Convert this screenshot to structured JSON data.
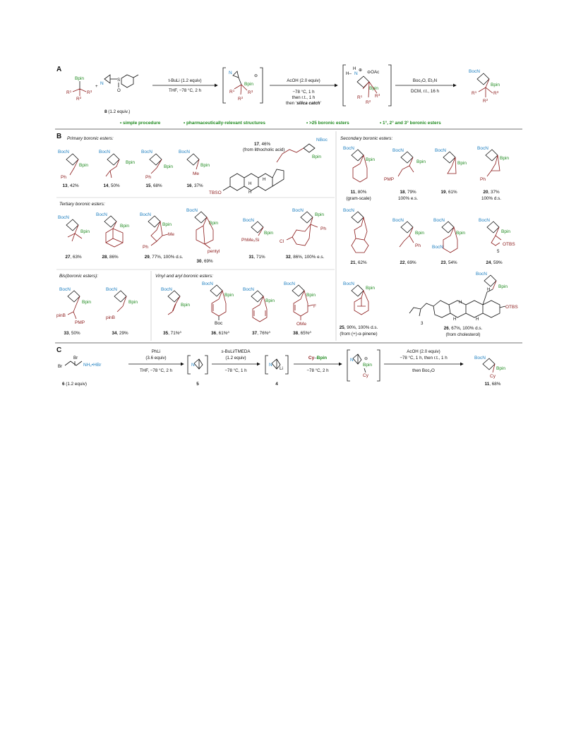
{
  "panelA": {
    "letter": "A",
    "sm1": {
      "bpin": "Bpin",
      "r1": "R",
      "s1": "1",
      "r2": "R",
      "s2": "2",
      "r3": "R",
      "s3": "3"
    },
    "plus": "+",
    "reagent8": {
      "n": "N",
      "s": "S",
      "o": "O",
      "label": "8",
      "equiv": " (1.2 equiv.)"
    },
    "step1": {
      "reagent": "t-BuLi (1.2 equiv)",
      "cond": "THF, −78 °C, 2 h"
    },
    "int1": {
      "n": "N",
      "bpin": "Bpin",
      "charge": "⊖",
      "r1": "R",
      "s1": "1",
      "r2": "R",
      "s2": "2",
      "r3": "R",
      "s3": "3"
    },
    "step2": {
      "reagent": "AcOH (2.0 equiv)",
      "c1": "−78 °C, 1 h",
      "c2": "then r.t., 1 h",
      "c3pre": "then ‘",
      "c3em": "silica catch",
      "c3post": "’"
    },
    "int2": {
      "h": "H",
      "n": "N",
      "hn": "H–",
      "plus": "⊕",
      "oac": "⊖OAc",
      "bpin": "Bpin",
      "r1": "R",
      "s1": "1",
      "r2": "R",
      "s2": "2",
      "r3": "R",
      "s3": "3"
    },
    "step3": {
      "reagent": "Boc₂O, Et₃N",
      "cond": "DCM, r.t., 16 h"
    },
    "product": {
      "boc": "BocN",
      "bpin": "Bpin",
      "r1": "R",
      "s1": "1",
      "r2": "R",
      "s2": "2",
      "r3": "R",
      "s3": "3"
    },
    "features": [
      "• simple procedure",
      "• pharmaceutically-relevant structures",
      "• >25 boronic esters",
      "• 1°, 2° and 3° boronic esters"
    ]
  },
  "panelB": {
    "letter": "B",
    "boc": "BocN",
    "nboc": "NBoc",
    "bpin": "Bpin",
    "sections": {
      "primary": "Primary boronic esters:",
      "tertiary": "Tertiary boronic esters:",
      "bis": "Bis(boronic esters):",
      "vinyl": "Vinyl and aryl boronic esters:",
      "secondary": "Secondary boronic esters:"
    },
    "compounds": {
      "c13": {
        "num": "13",
        "yield": ", 42%",
        "sub": "Ph"
      },
      "c14": {
        "num": "14",
        "yield": ", 50%"
      },
      "c15": {
        "num": "15",
        "yield": ", 68%",
        "sub": "Ph"
      },
      "c16": {
        "num": "16",
        "yield": ", 37%",
        "sub": "Me"
      },
      "c17": {
        "num": "17",
        "yield": ", 46%",
        "note": "(from lithocholic acid)",
        "tbso": "TBSO",
        "h1": "H",
        "h2": "H",
        "h3": "H"
      },
      "c27": {
        "num": "27",
        "yield": ", 63%"
      },
      "c28": {
        "num": "28",
        "yield": ", 86%"
      },
      "c29": {
        "num": "29",
        "yield": ", 77%, 100% d.s.",
        "me": "Me",
        "ph": "Ph"
      },
      "c30": {
        "num": "30",
        "yield": ", 69%",
        "sub": "pentyl"
      },
      "c31": {
        "num": "31",
        "yield": ", 71%",
        "sub": "PhMe₂Si"
      },
      "c32": {
        "num": "32",
        "yield": ", 86%, 100% e.s.",
        "ph": "Ph",
        "cl": "Cl"
      },
      "c33": {
        "num": "33",
        "yield": ", 50%",
        "pinb": "pinB",
        "pmp": "PMP"
      },
      "c34": {
        "num": "34",
        "yield": ", 29%",
        "pinb": "pinB"
      },
      "c35": {
        "num": "35",
        "yield": ", 71%",
        "sup": "a"
      },
      "c36": {
        "num": "36",
        "yield": ", 61%",
        "sup": "a",
        "boc": "Boc"
      },
      "c37": {
        "num": "37",
        "yield": ", 76%",
        "sup": "a"
      },
      "c38": {
        "num": "38",
        "yield": ", 65%",
        "sup": "a",
        "f": "F",
        "ome": "OMe"
      },
      "c11": {
        "num": "11",
        "yield": ", 80%",
        "note": "(gram-scale)"
      },
      "c18": {
        "num": "18",
        "yield": ", 79%",
        "note": "100% e.s.",
        "pmp": "PMP"
      },
      "c19": {
        "num": "19",
        "yield": ", 61%"
      },
      "c20": {
        "num": "20",
        "yield": ", 37%",
        "note": "100% d.s.",
        "ph": "Ph"
      },
      "c21": {
        "num": "21",
        "yield": ", 62%"
      },
      "c22": {
        "num": "22",
        "yield": ", 69%",
        "ph": "Ph"
      },
      "c23": {
        "num": "23",
        "yield": ", 54%",
        "boc": "BocN"
      },
      "c24": {
        "num": "24",
        "yield": ", 59%",
        "otbs": "OTBS",
        "n": "5"
      },
      "c25": {
        "num": "25",
        "yield": ", 90%, 100% d.s.",
        "note": "(from (+)-α-pinene)"
      },
      "c26": {
        "num": "26",
        "yield": ", 67%, 100% d.s.",
        "note": "(from cholesterol)",
        "otbs": "OTBS",
        "h": "H",
        "n": "3"
      }
    }
  },
  "panelC": {
    "letter": "C",
    "sm": {
      "br1": "Br",
      "br2": "Br",
      "amine": "NH₂•HBr",
      "label": "6",
      "equiv": " (1.2 equiv)"
    },
    "step1": {
      "reagent": "PhLi",
      "equiv": "(3.6 equiv)",
      "cond": "THF, −78 °C, 2 h"
    },
    "int5": {
      "n": "N",
      "label": "5"
    },
    "step2": {
      "reagentIt": "s",
      "reagent": "-BuLi/TMEDA",
      "equiv": "(1.2 equiv)",
      "cond": "−78 °C, 1 h"
    },
    "int4": {
      "n": "N",
      "li": "Li",
      "label": "4"
    },
    "step3": {
      "cy": "Cy",
      "dash": "–",
      "bpin": "Bpin",
      "cond": "−78 °C, 2 h"
    },
    "int6": {
      "n": "N",
      "bpin": "Bpin",
      "cy": "Cy",
      "charge": "⊖"
    },
    "step4": {
      "reagent": "AcOH (2.0 equiv)",
      "cond": "−78 °C, 1 h, then r.t., 1 h",
      "then": "then Boc₂O"
    },
    "product": {
      "boc": "BocN",
      "bpin": "Bpin",
      "cy": "Cy",
      "label": "11",
      "yield": ", 68%"
    }
  }
}
